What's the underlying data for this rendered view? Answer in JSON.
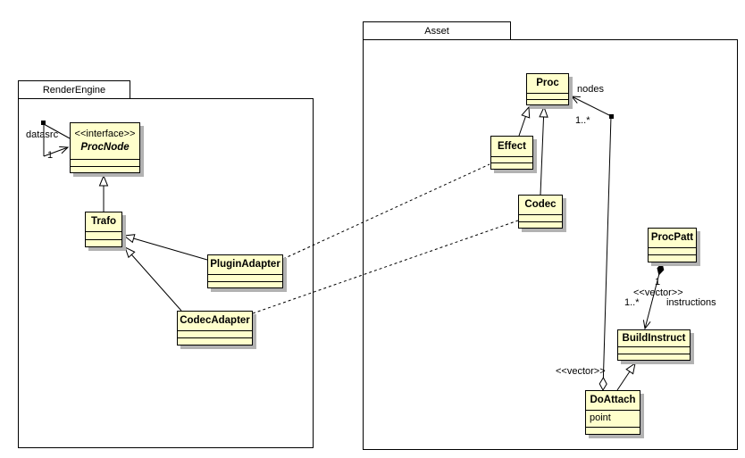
{
  "packages": {
    "render_engine": "RenderEngine",
    "asset": "Asset"
  },
  "classes": {
    "procnode": {
      "stereotype": "<<interface>>",
      "name": "ProcNode"
    },
    "trafo": {
      "name": "Trafo"
    },
    "pluginadapter": {
      "name": "PluginAdapter"
    },
    "codecadapter": {
      "name": "CodecAdapter"
    },
    "proc": {
      "name": "Proc"
    },
    "effect": {
      "name": "Effect"
    },
    "codec": {
      "name": "Codec"
    },
    "procpatt": {
      "name": "ProcPatt"
    },
    "buildinstruct": {
      "name": "BuildInstruct"
    },
    "doattach": {
      "name": "DoAttach",
      "attribute": "point"
    }
  },
  "edge_labels": {
    "nodes_role": "nodes",
    "nodes_multiplicity": "1..*",
    "procpatt_multiplicity": "1",
    "instructions_stereotype": "<<vector>>",
    "instructions_multiplicity": "1..*",
    "instructions_role": "instructions",
    "doattach_stereotype": "<<vector>>",
    "datasrc_role": "datasrc",
    "datasrc_multiplicity": "1"
  },
  "colors": {
    "class_fill": "#ffffcc",
    "class_border": "#000000",
    "shadow": "#b2b2b2",
    "canvas": "#ffffff"
  }
}
